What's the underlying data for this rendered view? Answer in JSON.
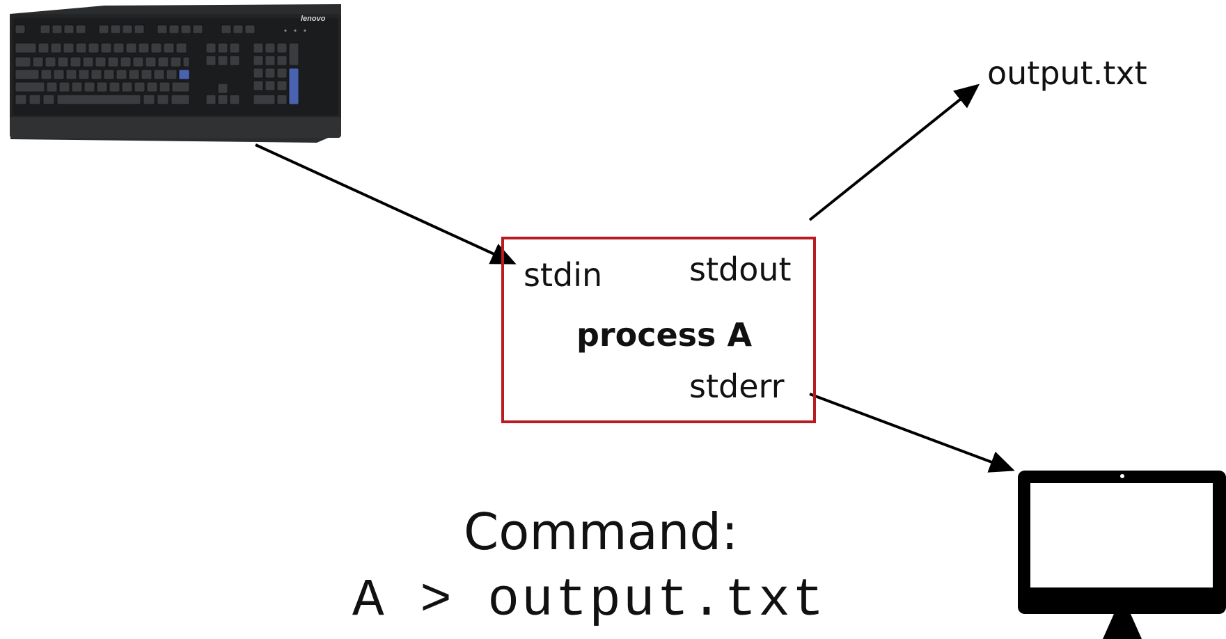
{
  "process": {
    "title": "process A",
    "stdin": "stdin",
    "stdout": "stdout",
    "stderr": "stderr"
  },
  "file_label": "output.txt",
  "command": {
    "heading": "Command:",
    "text": "A > output.txt"
  },
  "keyboard": {
    "brand": "lenovo"
  },
  "colors": {
    "box_border": "#b81c22",
    "arrow": "#000000",
    "enter_key": "#4a63b0"
  }
}
